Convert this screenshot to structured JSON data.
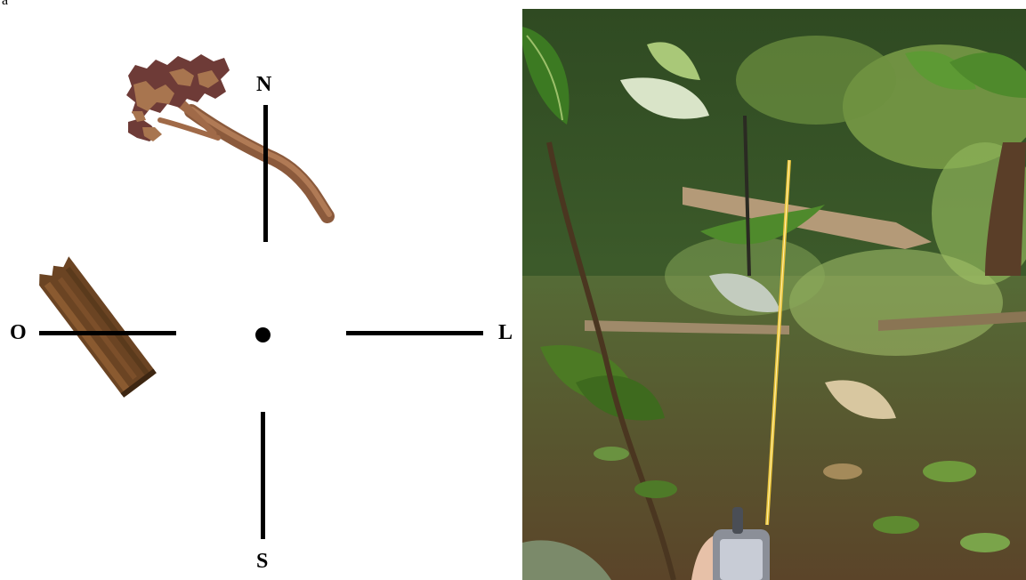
{
  "header": {
    "tag": "a"
  },
  "compass": {
    "north": "N",
    "south": "S",
    "west": "O",
    "east": "L"
  },
  "illustrations": {
    "fallen_tree": "fallen-tree-with-canopy",
    "dead_log": "dead-log-trunk"
  },
  "photo": {
    "subject": "forest-understory-with-measuring-pole-and-gps",
    "pole_color": "#e8c23a"
  }
}
